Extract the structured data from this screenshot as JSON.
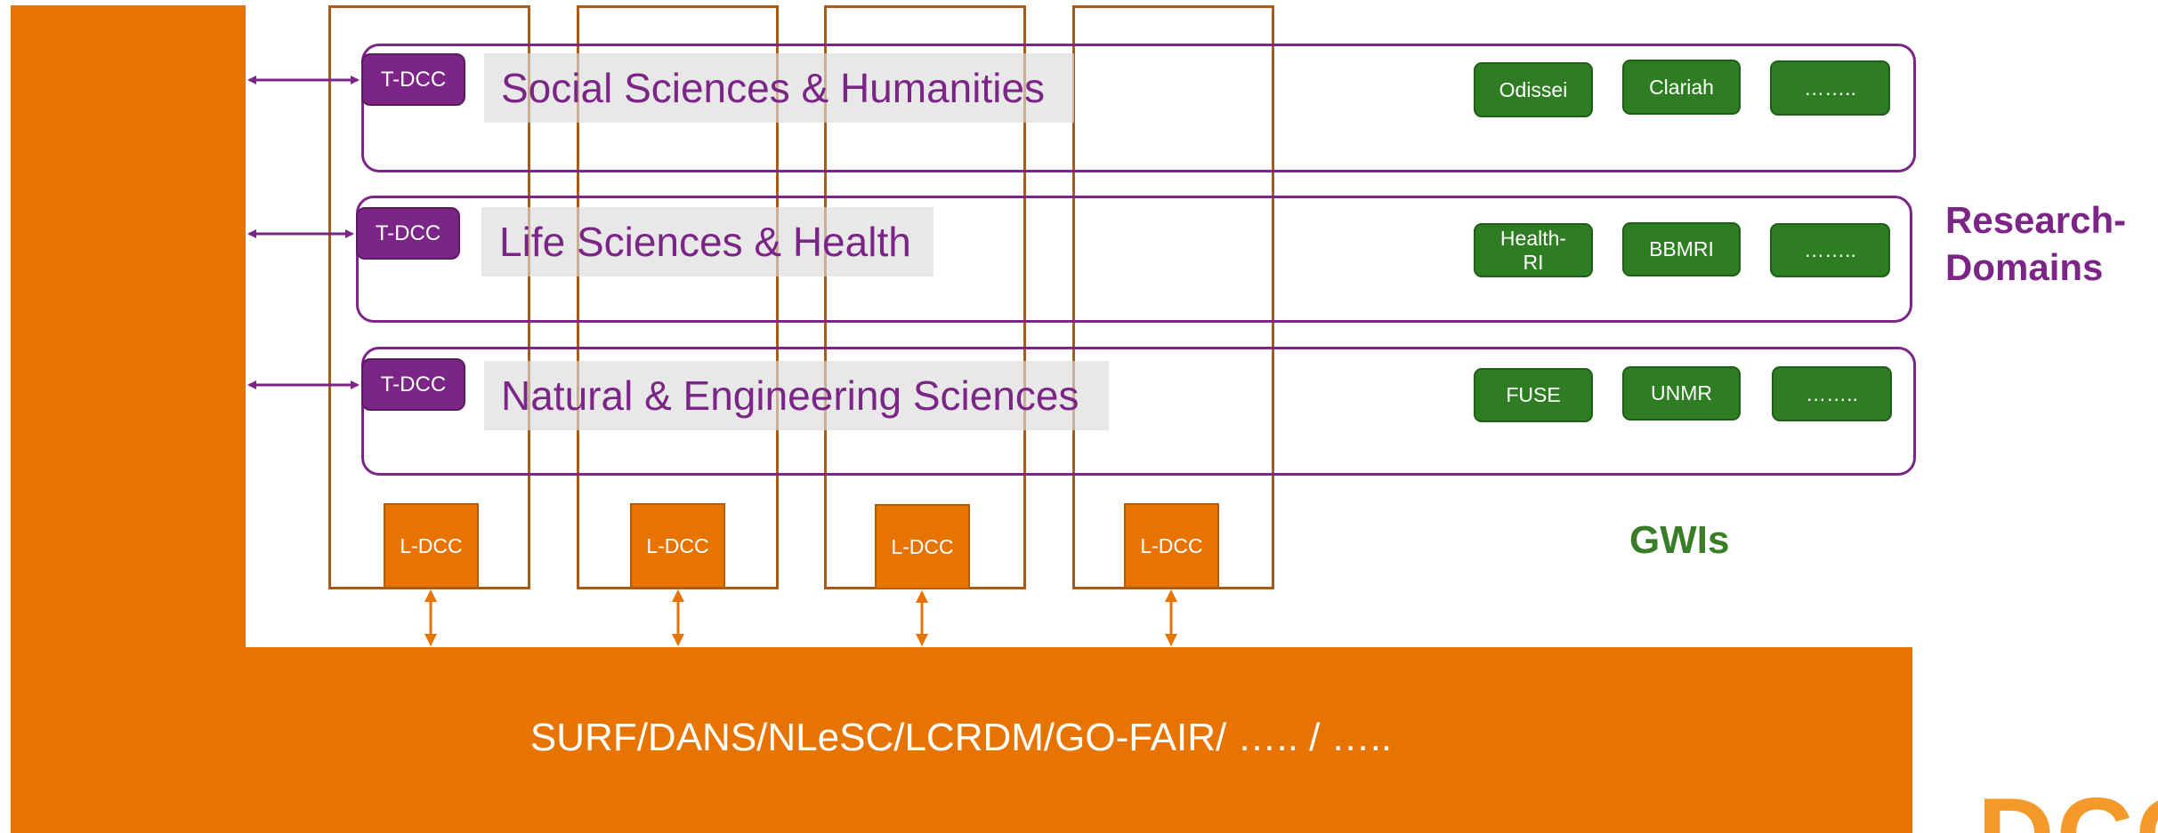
{
  "infrastructure": {
    "label": "SURF/DANS/NLeSC/LCRDM/GO-FAIR/ ….. / ….."
  },
  "domains": [
    {
      "tdcc_label": "T-DCC",
      "name": "Social Sciences & Humanities",
      "gwis": [
        "Odissei",
        "Clariah",
        "…….."
      ]
    },
    {
      "tdcc_label": "T-DCC",
      "name": "Life Sciences & Health",
      "gwis": [
        "Health-\nRI",
        "BBMRI",
        "…….."
      ]
    },
    {
      "tdcc_label": "T-DCC",
      "name": "Natural & Engineering Sciences",
      "gwis": [
        "FUSE",
        "UNMR",
        "…….."
      ]
    }
  ],
  "ldcc_labels": [
    "L-DCC",
    "L-DCC",
    "L-DCC",
    "L-DCC"
  ],
  "side_labels": {
    "research_domains": "Research-\nDomains",
    "gwis": "GWIs"
  },
  "logo": {
    "text": "DCC"
  },
  "colors": {
    "orange": "#e77400",
    "purple": "#7b2586",
    "green": "#2e7d22",
    "brown_outline": "#a95a14"
  }
}
